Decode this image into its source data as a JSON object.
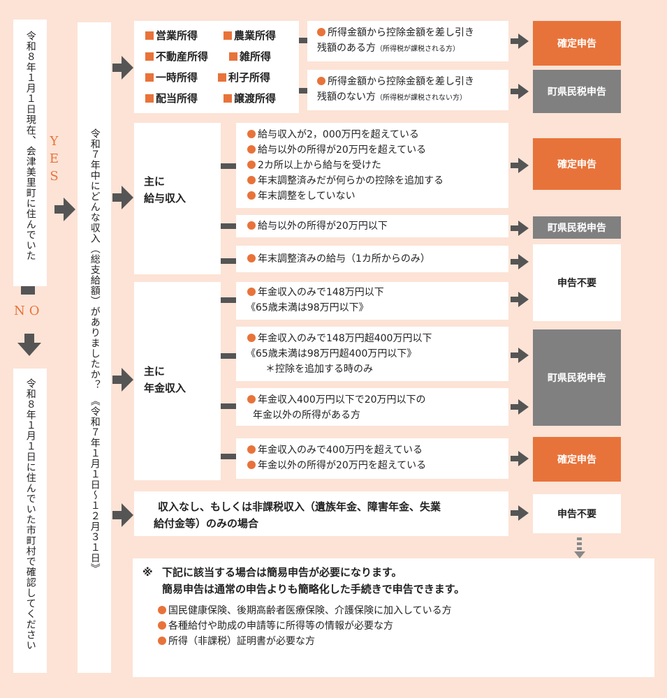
{
  "colors": {
    "background": "#fce3d6",
    "accent": "#e8733a",
    "gray": "#808080",
    "arrow": "#555555"
  },
  "col1_top": "令和８年１月１日現在、会津美里町に住んでいた",
  "yes": "YES",
  "no": "NO",
  "col1_bottom": "令和８年１月１日に住んでいた市町村で確認してください",
  "col2": "令和７年中にどんな収入（総支給額）がありましたか？　《令和７年１月１日～１２月３１日》",
  "income_types": {
    "row1": [
      "営業所得",
      "農業所得"
    ],
    "row2": [
      "不動産所得",
      "雑所得"
    ],
    "row3": [
      "一時所得",
      "利子所得"
    ],
    "row4": [
      "配当所得",
      "譲渡所得"
    ]
  },
  "top_cond1": {
    "line1": "所得金額から控除金額を差し引き",
    "line2": "残額のある方",
    "note": "（所得税が課税される方）"
  },
  "top_cond2": {
    "line1": "所得金額から控除金額を差し引き",
    "line2": "残額のない方",
    "note": "（所得税が課税されない方）"
  },
  "kyuyo_label": {
    "line1": "主に",
    "line2": "給与収入"
  },
  "kyuyo_cond1": [
    "給与収入が2，000万円を超えている",
    "給与以外の所得が20万円を超えている",
    "2カ所以上から給与を受けた",
    "年末調整済みだが何らかの控除を追加する",
    "年末調整をしていない"
  ],
  "kyuyo_cond2": "給与以外の所得が20万円以下",
  "kyuyo_cond3": "年末調整済みの給与（1カ所からのみ）",
  "nenkin_label": {
    "line1": "主に",
    "line2": "年金収入"
  },
  "nenkin_cond1": {
    "line1": "年金収入のみで148万円以下",
    "line2": "《65歳未満は98万円以下》"
  },
  "nenkin_cond2": {
    "line1": "年金収入のみで148万円超400万円以下",
    "line2": "《65歳未満は98万円超400万円以下》",
    "line3": "＊控除を追加する時のみ"
  },
  "nenkin_cond3": {
    "line1": "年金収入400万円以下で20万円以下の",
    "line2": "年金以外の所得がある方"
  },
  "nenkin_cond4": [
    "年金収入のみで400万円を超えている",
    "年金以外の所得が20万円を超えている"
  ],
  "no_income": {
    "line1": "収入なし、もしくは非課税収入（遺族年金、障害年金、失業",
    "line2": "給付金等）のみの場合"
  },
  "results": {
    "kakutei": "確定申告",
    "choken": "町県民税申告",
    "fuyo": "申告不要"
  },
  "note": {
    "mark": "※",
    "line1": "下記に該当する場合は簡易申告が必要になります。",
    "line2": "簡易申告は通常の申告よりも簡略化した手続きで申告できます。",
    "items": [
      "国民健康保険、後期高齢者医療保険、介護保険に加入している方",
      "各種給付や助成の申請等に所得等の情報が必要な方",
      "所得（非課税）証明書が必要な方"
    ]
  }
}
